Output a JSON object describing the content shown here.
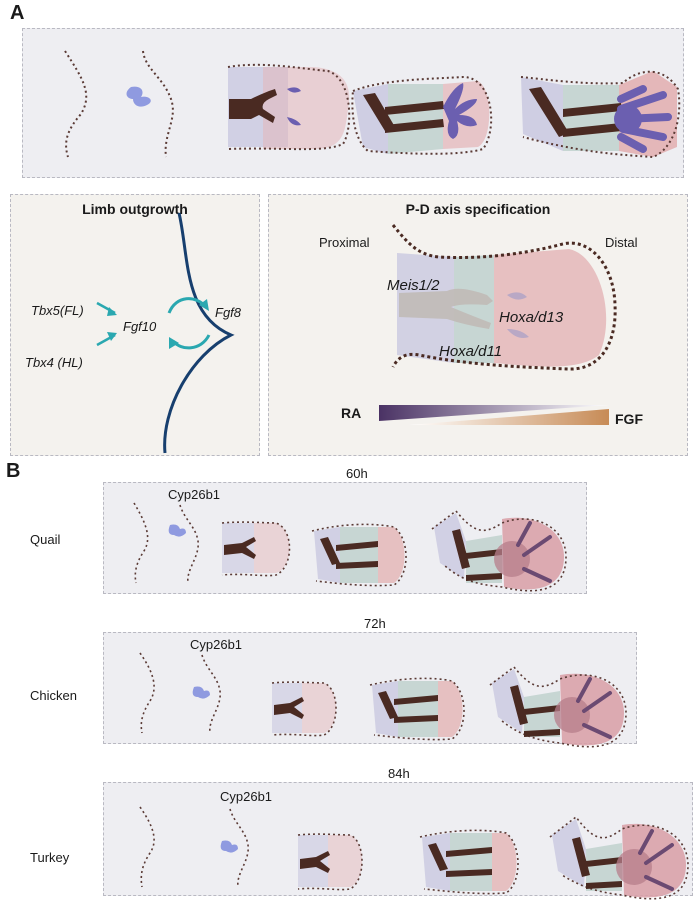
{
  "panel_a": {
    "letter": "A",
    "outgrowth": {
      "title": "Limb outgrowth",
      "tbx5": "Tbx5(FL)",
      "tbx4": "Tbx4 (HL)",
      "fgf10": "Fgf10",
      "fgf8": "Fgf8"
    },
    "pd_axis": {
      "title": "P-D axis specification",
      "proximal": "Proximal",
      "distal": "Distal",
      "meis": "Meis1/2",
      "hoxa13": "Hoxa/d13",
      "hoxa11": "Hoxa/d11",
      "ra": "RA",
      "fgf": "FGF"
    }
  },
  "panel_b": {
    "letter": "B",
    "rows": [
      {
        "time": "60h",
        "species": "Quail",
        "marker": "Cyp26b1"
      },
      {
        "time": "72h",
        "species": "Chicken",
        "marker": "Cyp26b1"
      },
      {
        "time": "84h",
        "species": "Turkey",
        "marker": "Cyp26b1"
      }
    ]
  },
  "colors": {
    "bone": "#4a2a22",
    "autopod_blue": "#6b5fb0",
    "cyp_blue": "#8f9ae0",
    "stylopod": "#c9c8e0",
    "zeugopod": "#c7d6d3",
    "autopod_pink": "#e4b7b9",
    "arrow_teal": "#2aa8b0",
    "aer_navy": "#173f6e",
    "outline": "#5a3a35"
  }
}
